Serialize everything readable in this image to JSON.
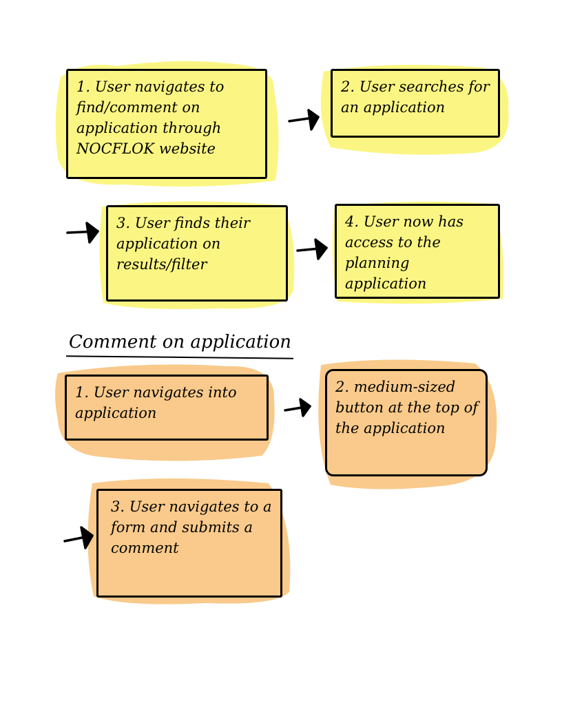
{
  "section_find": {
    "steps": [
      {
        "num": "1.",
        "text": "User navigates to find/comment on application through NOCFLOK website"
      },
      {
        "num": "2.",
        "text": "User searches for an application"
      },
      {
        "num": "3.",
        "text": "User finds their application on results/filter"
      },
      {
        "num": "4.",
        "text": "User now has access to the planning application"
      }
    ]
  },
  "section_comment": {
    "heading": "Comment on application",
    "steps": [
      {
        "num": "1.",
        "text": "User navigates into application"
      },
      {
        "num": "2.",
        "text": "medium-sized button at the top of the application"
      },
      {
        "num": "3.",
        "text": "User navigates to a form and submits a comment"
      }
    ]
  },
  "colors": {
    "yellow_highlight": "#fbf683",
    "orange_highlight": "#f9ca8b",
    "ink": "#000000"
  }
}
